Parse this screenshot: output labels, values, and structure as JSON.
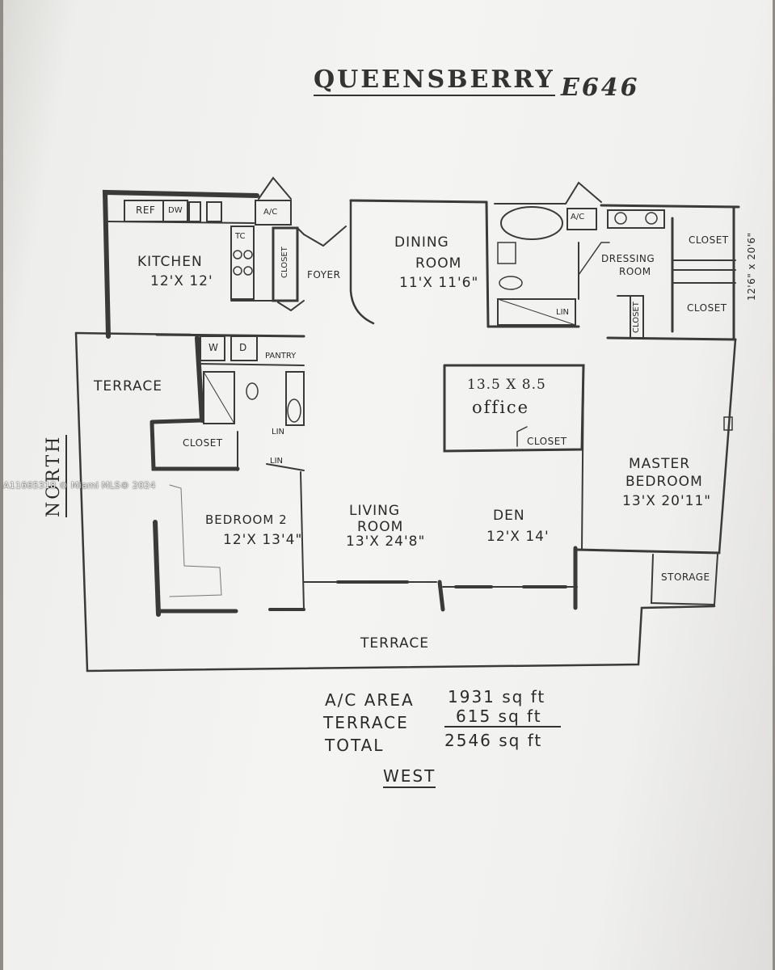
{
  "title": "QUEENSBERRY",
  "unit": "E646",
  "compass": "NORTH",
  "orientation_bottom": "WEST",
  "watermark": "A11665318 © Miami MLS® 2024",
  "rooms": {
    "kitchen": {
      "name": "KITCHEN",
      "size": "12'X 12'"
    },
    "dining": {
      "name1": "DINING",
      "name2": "ROOM",
      "size": "11'X 11'6\""
    },
    "foyer": "FOYER",
    "dressing": {
      "name1": "DRESSING",
      "name2": "ROOM"
    },
    "master_closet_1": "CLOSET",
    "master_closet_2": "CLOSET",
    "master_closet_3": "CLOSET",
    "master_dims": "12'6\" x 20'6\"",
    "terrace_north": "TERRACE",
    "office": {
      "size": "13.5 X 8.5",
      "name": "office",
      "closet": "CLOSET"
    },
    "bedroom2": {
      "name": "BEDROOM 2",
      "size": "12'X 13'4\"",
      "closet": "CLOSET"
    },
    "living": {
      "name1": "LIVING",
      "name2": "ROOM",
      "size": "13'X 24'8\""
    },
    "den": {
      "name": "DEN",
      "size": "12'X 14'"
    },
    "master": {
      "name1": "MASTER",
      "name2": "BEDROOM",
      "size": "13'X 20'11\""
    },
    "storage": "STORAGE",
    "terrace_west": "TERRACE"
  },
  "fixtures": {
    "ref": "REF",
    "dw": "DW",
    "ac1": "A/C",
    "ac2": "A/C",
    "tc": "TC",
    "closet_kitchen": "CLOSET",
    "w": "W",
    "d": "D",
    "pantry": "PANTRY",
    "lin": "LIN",
    "lin2": "LIN",
    "lin3": "LIN"
  },
  "areas": [
    {
      "label": "A/C AREA",
      "value": "1931 sq ft"
    },
    {
      "label": "TERRACE",
      "value": "615 sq ft"
    },
    {
      "label": "TOTAL",
      "value": "2546 sq ft"
    }
  ]
}
